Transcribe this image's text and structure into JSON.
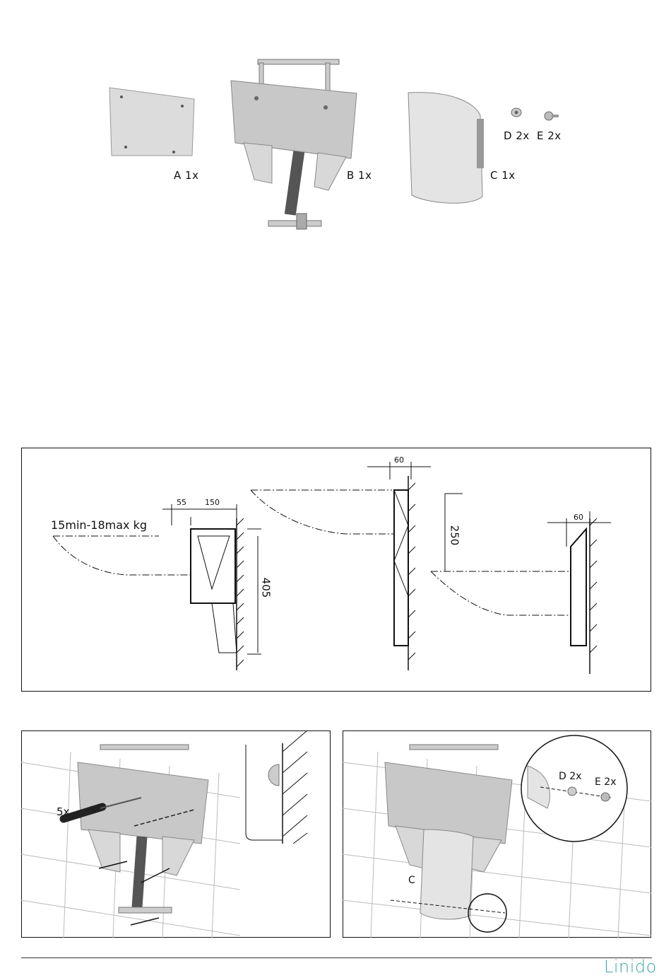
{
  "parts": {
    "a": "A 1x",
    "b": "B 1x",
    "c": "C 1x",
    "d": "D 2x",
    "e": "E 2x"
  },
  "dimensions": {
    "load": "15min-18max kg",
    "d55": "55",
    "d150": "150",
    "d405": "405",
    "d60a": "60",
    "d250": "250",
    "d60b": "60"
  },
  "install": {
    "screws": "5x",
    "cover": "C",
    "detail_d": "D 2x",
    "detail_e": "E 2x"
  },
  "footer": {
    "brand": "Linido"
  }
}
